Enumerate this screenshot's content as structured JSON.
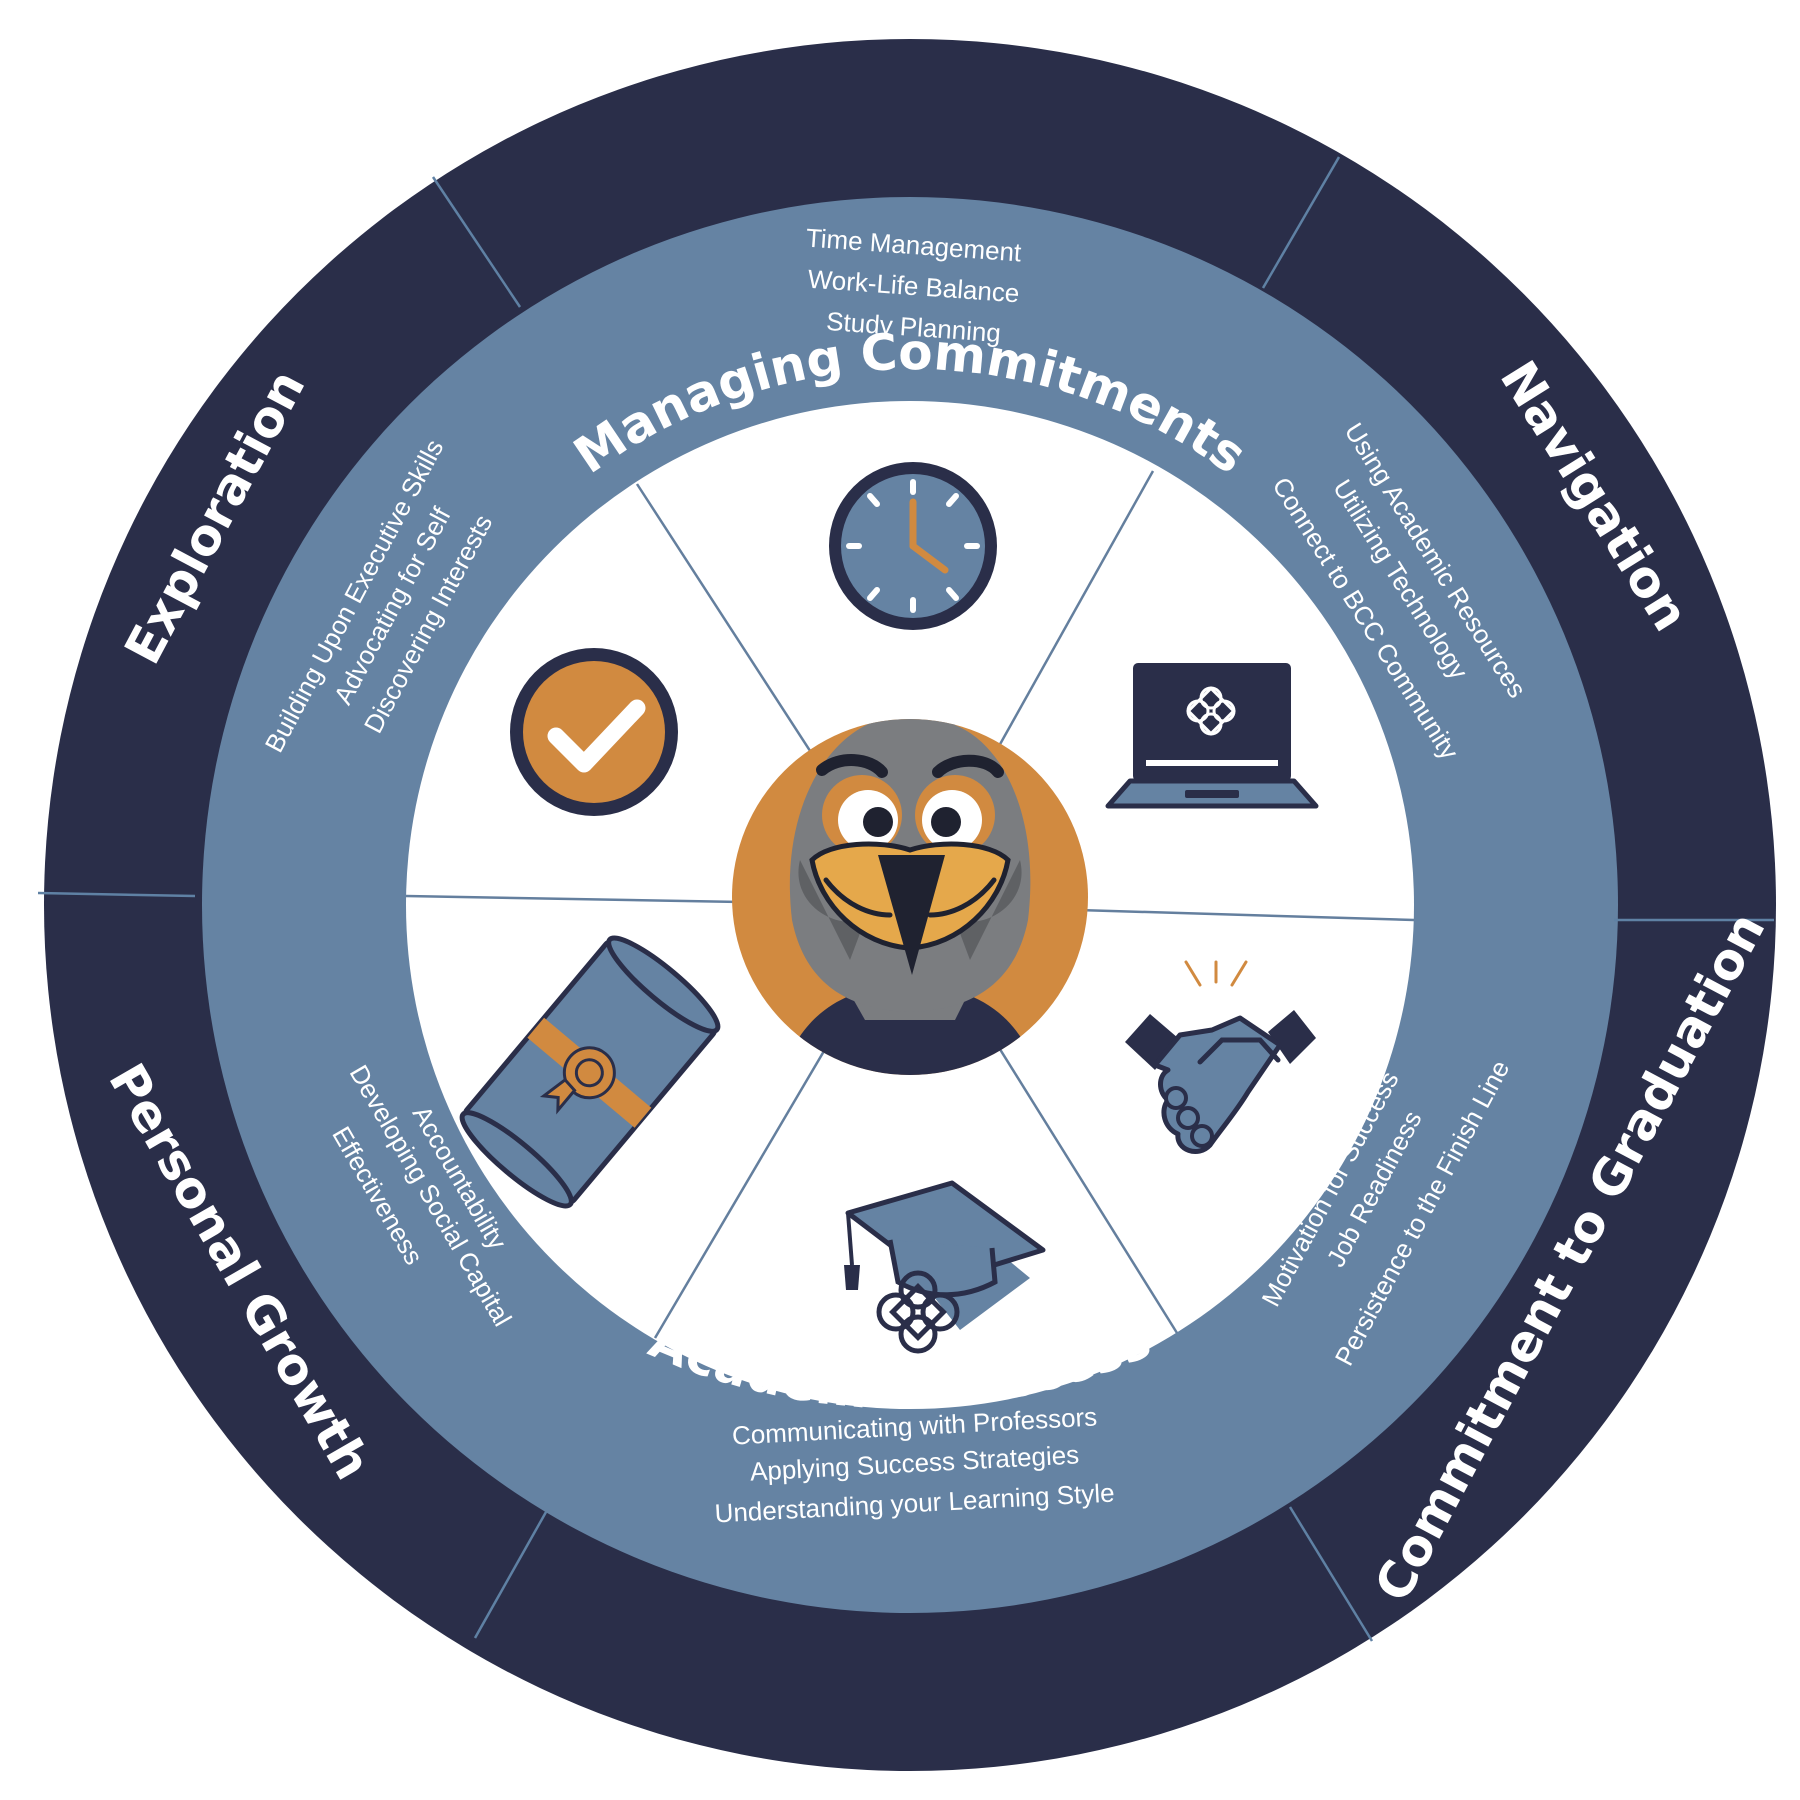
{
  "colors": {
    "outer_ring": "#2a2e49",
    "middle_ring": "#6583a3",
    "inner_disc": "#ffffff",
    "accent_orange": "#d18a40",
    "icon_navy": "#2a2e49",
    "icon_blue": "#6583a3",
    "mascot_gray": "#7b7d80",
    "divider": "#5f81a4"
  },
  "segments": [
    {
      "category": "Managing Commitments",
      "icon": "clock-icon",
      "items": [
        "Time Management",
        "Work-Life Balance",
        "Study Planning"
      ]
    },
    {
      "category": "Navigation",
      "icon": "laptop-icon",
      "items": [
        "Using Academic Resources",
        "Utilizing Technology",
        "Connect to BCC Community"
      ]
    },
    {
      "category": "Commitment to Graduation",
      "icon": "handshake-icon",
      "items": [
        "Motivation for Success",
        "Job Readiness",
        "Persistence to the Finish Line"
      ]
    },
    {
      "category": "Academic Success",
      "icon": "graduation-cap-icon",
      "items": [
        "Communicating with Professors",
        "Applying Success Strategies",
        "Understanding your Learning Style"
      ]
    },
    {
      "category": "Personal Growth",
      "icon": "diploma-icon",
      "items": [
        "Accountability",
        "Developing Social Capital",
        "Effectiveness"
      ]
    },
    {
      "category": "Exploration",
      "icon": "checkmark-icon",
      "items": [
        "Building Upon Executive Skills",
        "Advocating for Self",
        "Discovering Interests"
      ]
    }
  ],
  "center": {
    "icon": "eagle-mascot-icon"
  }
}
